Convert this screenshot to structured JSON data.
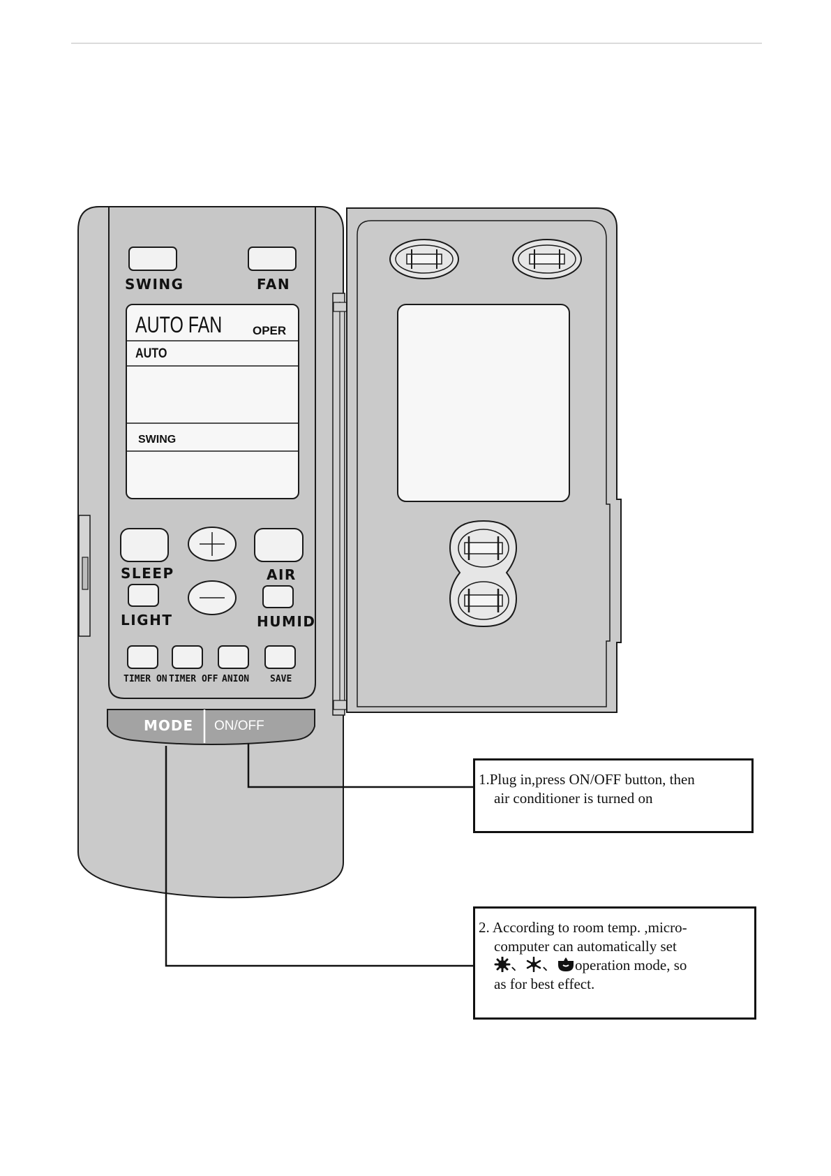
{
  "remote": {
    "buttons": {
      "swing": "SWING",
      "fan": "FAN",
      "sleep": "SLEEP",
      "air": "AIR",
      "light": "LIGHT",
      "humid": "HUMID",
      "timer_on": "TIMER ON",
      "timer_off": "TIMER OFF",
      "anion": "ANION",
      "save": "SAVE",
      "mode": "MODE",
      "onoff": "ON/OFF"
    },
    "display": {
      "fan_text": "AUTO FAN",
      "oper": "OPER",
      "mode_text": "AUTO",
      "swing_text": "SWING"
    }
  },
  "notes": {
    "note1": {
      "line1": "1.Plug in,press ON/OFF button, then",
      "line2": "air conditioner is turned on"
    },
    "note2": {
      "line1": "2. According to room temp. ,micro-",
      "line2": "computer can automatically set",
      "separator": "、",
      "line3_tail": "operation mode, so",
      "line4": "as for best effect."
    },
    "mode_icons": [
      "sun-icon",
      "snowflake-icon",
      "drop-icon"
    ]
  },
  "colors": {
    "body": "#c9c9c9",
    "strip": "#a3a3a3",
    "outline": "#1a1a1a"
  }
}
